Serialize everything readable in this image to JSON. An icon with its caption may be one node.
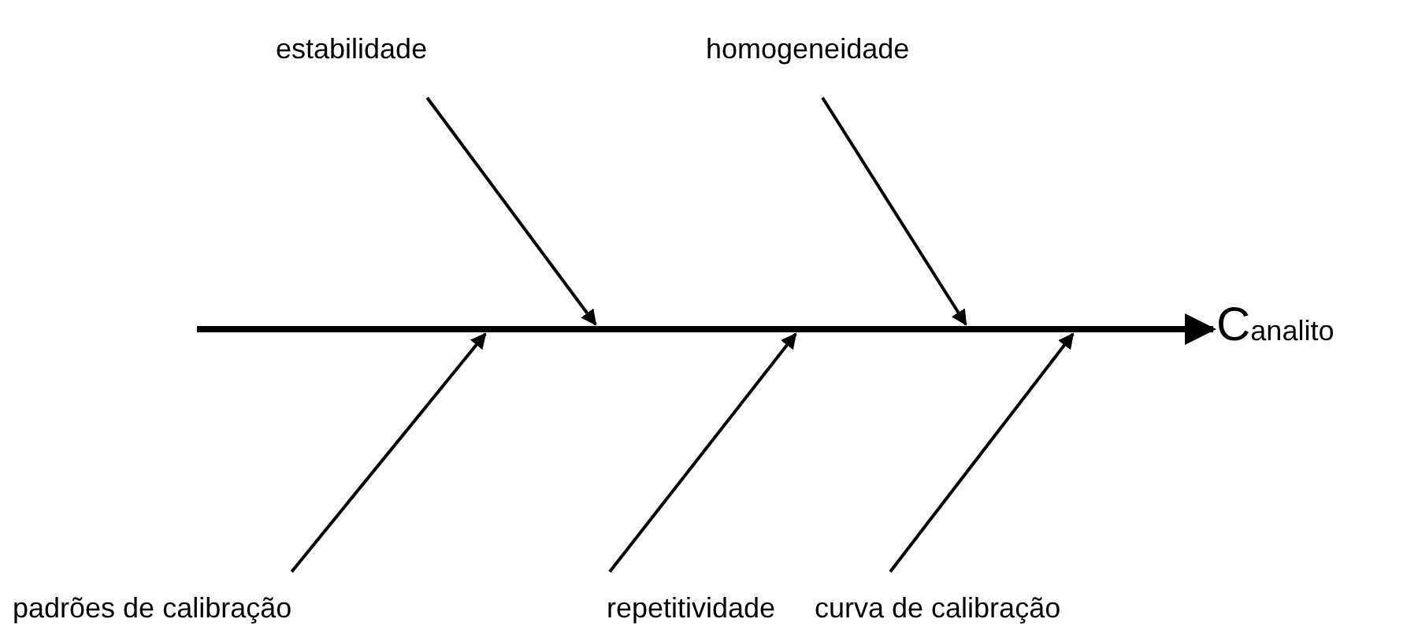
{
  "diagram": {
    "nodes": [
      {
        "text": [
          "estabilidade"
        ]
      },
      {
        "text": [
          "homogeneidade"
        ]
      },
      {
        "text": [
          "padrões de calibração"
        ]
      },
      {
        "text": [
          "repetitividade"
        ]
      },
      {
        "text": [
          "curva de calibração"
        ]
      },
      {
        "text": [
          "C$_{analito}$"
        ]
      }
    ],
    "edges": [
      {
        "from": null,
        "to": 5,
        "arrow": "to",
        "style": "thick"
      },
      {
        "from": 0,
        "to": null,
        "arrow": "to"
      },
      {
        "from": 1,
        "to": null,
        "arrow": "to"
      },
      {
        "from": 2,
        "to": null,
        "arrow": "to"
      },
      {
        "from": 3,
        "to": null,
        "arrow": "to"
      },
      {
        "from": 4,
        "to": null,
        "arrow": "to"
      }
    ]
  }
}
